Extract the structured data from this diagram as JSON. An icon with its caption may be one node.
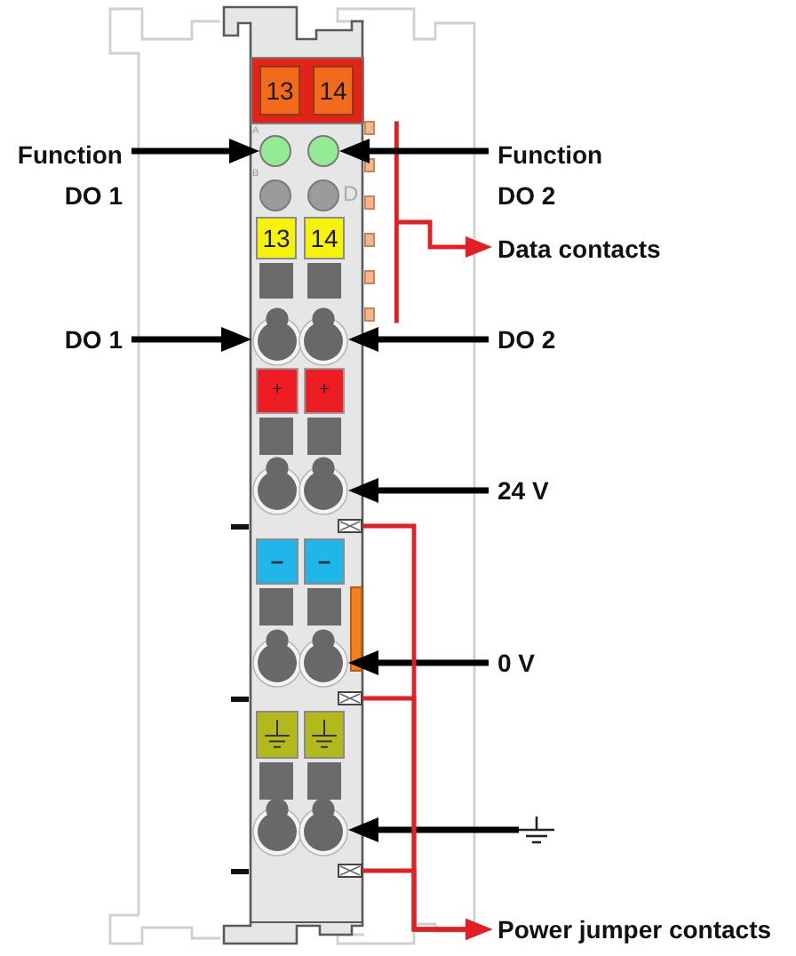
{
  "diagram": {
    "nodes": [
      {
        "text": [],
        "shape": "box"
      },
      {
        "text": [
          "13"
        ],
        "in": 0
      },
      {
        "text": [
          "14"
        ],
        "in": 0
      },
      {
        "text": [
          "Function DO 1"
        ]
      },
      {
        "text": [],
        "shape": "circle",
        "in": 0
      },
      {
        "text": [],
        "shape": "circle",
        "in": 0
      },
      {
        "text": [
          "Function DO 2"
        ]
      },
      {
        "text": [
          "13"
        ],
        "in": 0
      },
      {
        "text": [
          "14"
        ],
        "in": 0
      },
      {
        "text": [
          "Data contacts"
        ]
      },
      {
        "text": [
          "DO 1"
        ]
      },
      {
        "text": [],
        "shape": "circle",
        "in": 0
      },
      {
        "text": [],
        "shape": "circle",
        "in": 0
      },
      {
        "text": [
          "DO 2"
        ]
      },
      {
        "text": [
          "+"
        ],
        "in": 0
      },
      {
        "text": [
          "+"
        ],
        "in": 0
      },
      {
        "text": [],
        "shape": "circle",
        "in": 0
      },
      {
        "text": [
          "24 V"
        ]
      },
      {
        "text": [],
        "shape": "box",
        "in": 0
      },
      {
        "text": [
          "–"
        ],
        "in": 0
      },
      {
        "text": [
          "–"
        ],
        "in": 0
      },
      {
        "text": [],
        "shape": "circle",
        "in": 0
      },
      {
        "text": [
          "0 V"
        ]
      },
      {
        "text": [],
        "shape": "box",
        "in": 0
      },
      {
        "text": [],
        "shape": "circle",
        "in": 0
      },
      {
        "text": [],
        "shape": "symbol"
      },
      {
        "text": [],
        "shape": "box",
        "in": 0
      },
      {
        "text": [
          "Power jumper contacts"
        ]
      }
    ],
    "edges": [
      {
        "from": 3,
        "to": 4,
        "arrow": "to"
      },
      {
        "from": 6,
        "to": 5,
        "arrow": "to"
      },
      {
        "from": null,
        "to": 9,
        "arrow": "to",
        "color": "#e31e24"
      },
      {
        "from": 10,
        "to": 11,
        "arrow": "to"
      },
      {
        "from": 13,
        "to": 12,
        "arrow": "to"
      },
      {
        "from": 17,
        "to": 16,
        "arrow": "to"
      },
      {
        "from": 22,
        "to": 21,
        "arrow": "to"
      },
      {
        "from": 25,
        "to": 24,
        "arrow": "to"
      },
      {
        "from": 18,
        "to": 27,
        "arrow": "to",
        "color": "#e31e24"
      },
      {
        "from": 23,
        "to": 27,
        "arrow": "to",
        "color": "#e31e24"
      },
      {
        "from": 26,
        "to": 27,
        "arrow": "to",
        "color": "#e31e24"
      }
    ],
    "labels": [
      "A",
      "B",
      "D"
    ]
  }
}
